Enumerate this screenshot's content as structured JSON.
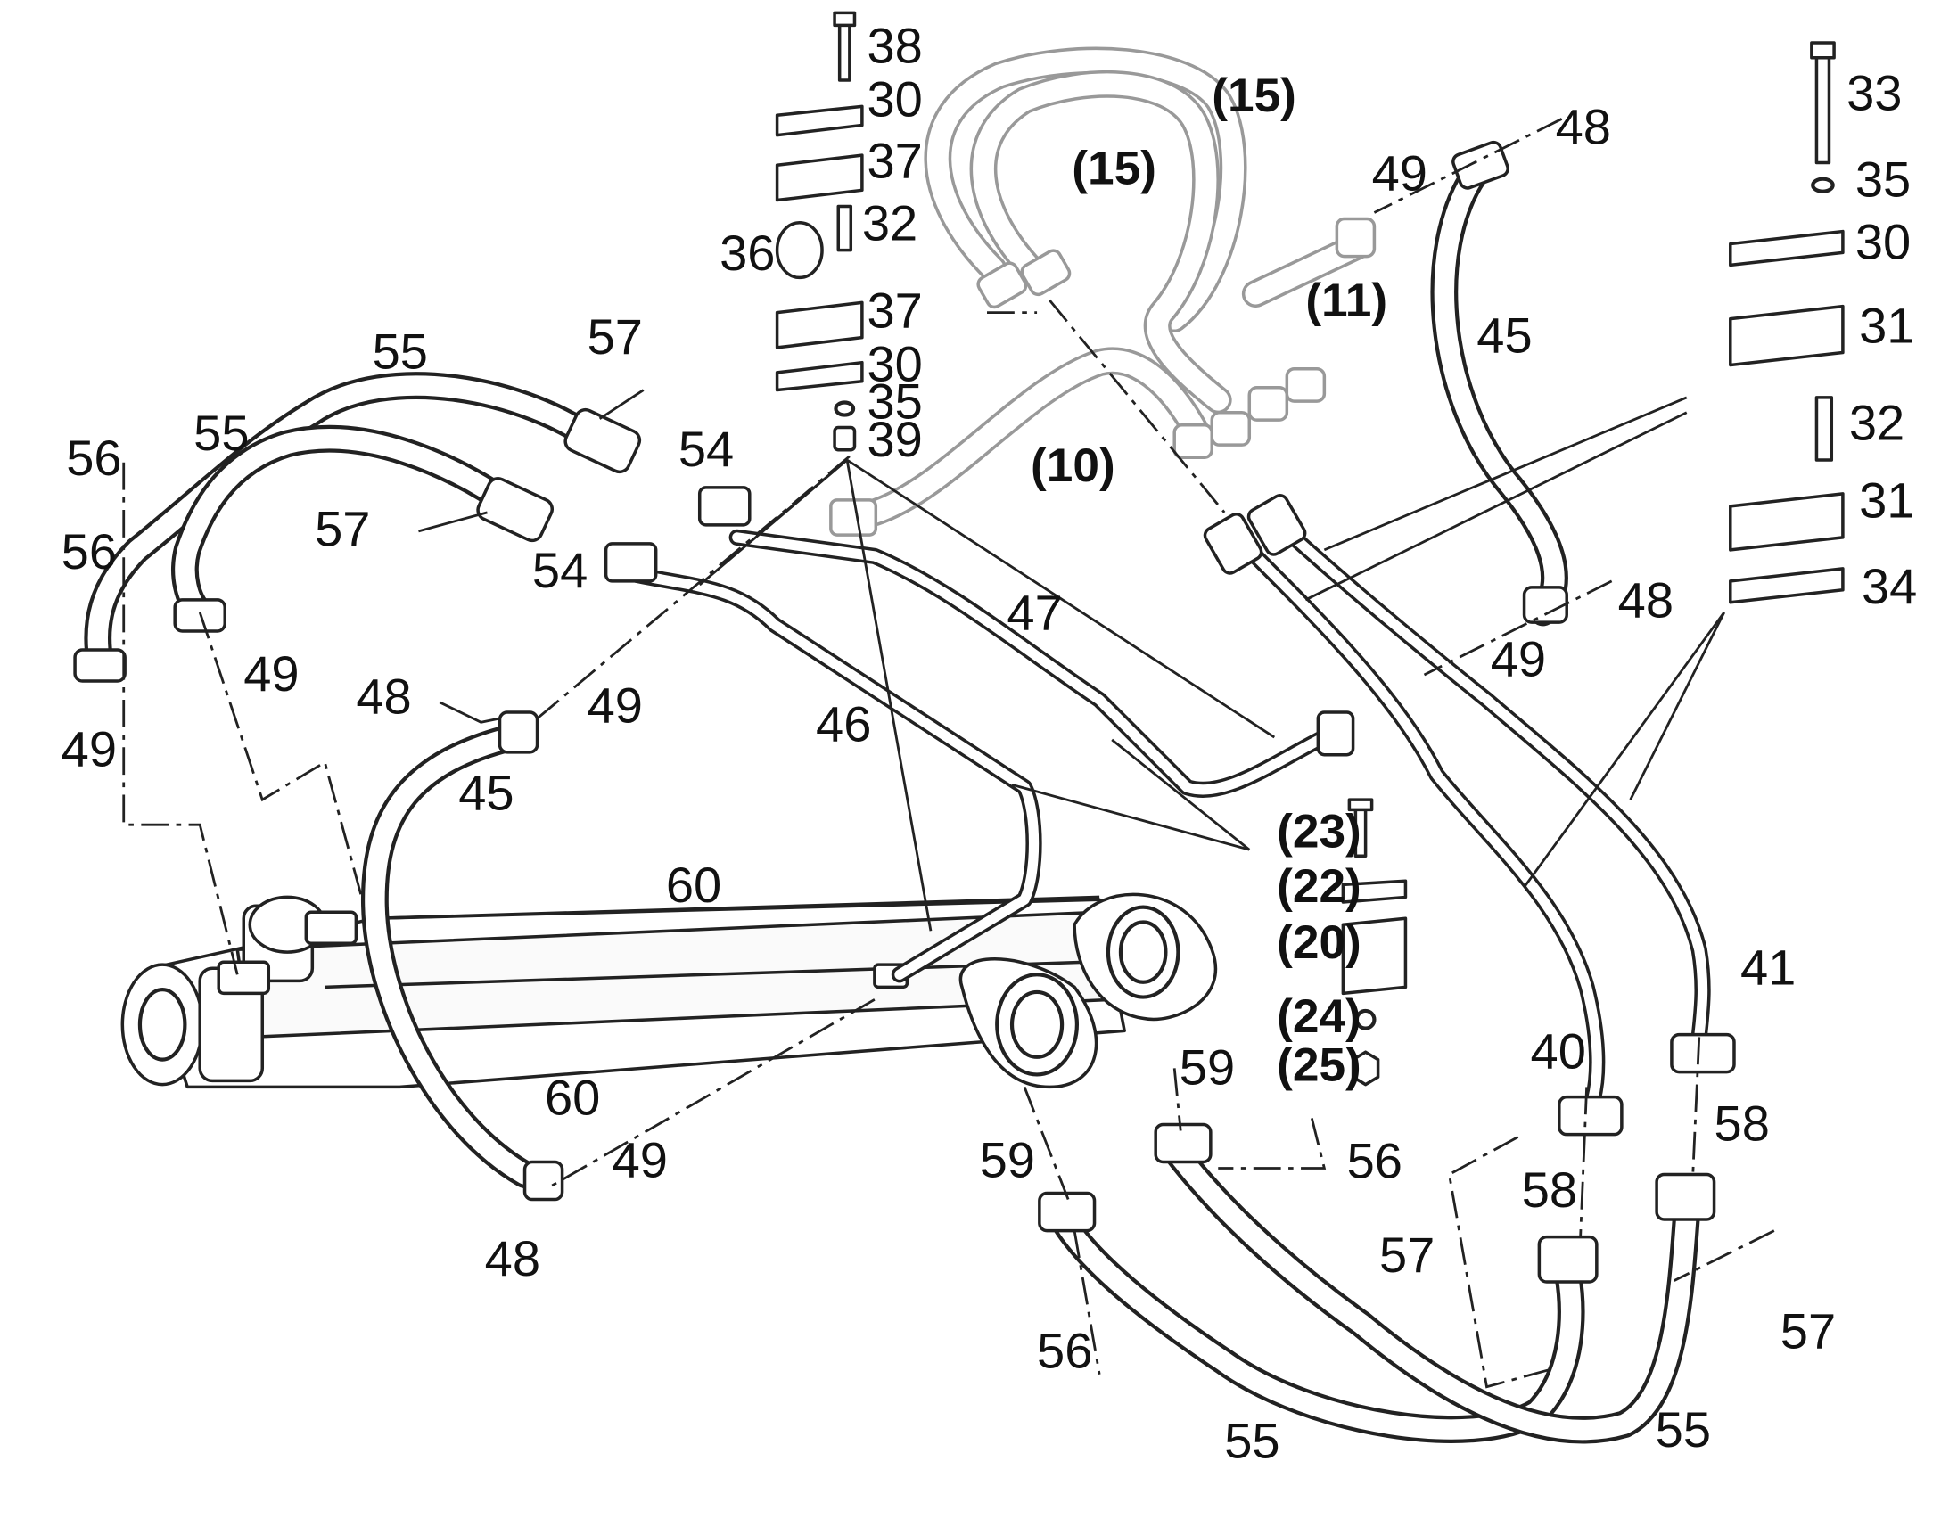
{
  "callouts": {
    "c10": "(10)",
    "c11": "(11)",
    "c15a": "(15)",
    "c15b": "(15)",
    "c20": "(20)",
    "c22": "(22)",
    "c23": "(23)",
    "c24": "(24)",
    "c25": "(25)",
    "n30a": "30",
    "n30b": "30",
    "n30c": "30",
    "n31a": "31",
    "n31b": "31",
    "n32a": "32",
    "n32b": "32",
    "n33": "33",
    "n34": "34",
    "n35a": "35",
    "n35b": "35",
    "n36": "36",
    "n37a": "37",
    "n37b": "37",
    "n38": "38",
    "n39": "39",
    "n40": "40",
    "n41": "41",
    "n45a": "45",
    "n45b": "45",
    "n46": "46",
    "n47": "47",
    "n48a": "48",
    "n48b": "48",
    "n48c": "48",
    "n48d": "48",
    "n49a": "49",
    "n49b": "49",
    "n49c": "49",
    "n49d": "49",
    "n49e": "49",
    "n49f": "49",
    "n54a": "54",
    "n54b": "54",
    "n55a": "55",
    "n55b": "55",
    "n55c": "55",
    "n55d": "55",
    "n56a": "56",
    "n56b": "56",
    "n56c": "56",
    "n56d": "56",
    "n57a": "57",
    "n57b": "57",
    "n57c": "57",
    "n57d": "57",
    "n58a": "58",
    "n58b": "58",
    "n59a": "59",
    "n59b": "59",
    "n60a": "60",
    "n60b": "60"
  }
}
